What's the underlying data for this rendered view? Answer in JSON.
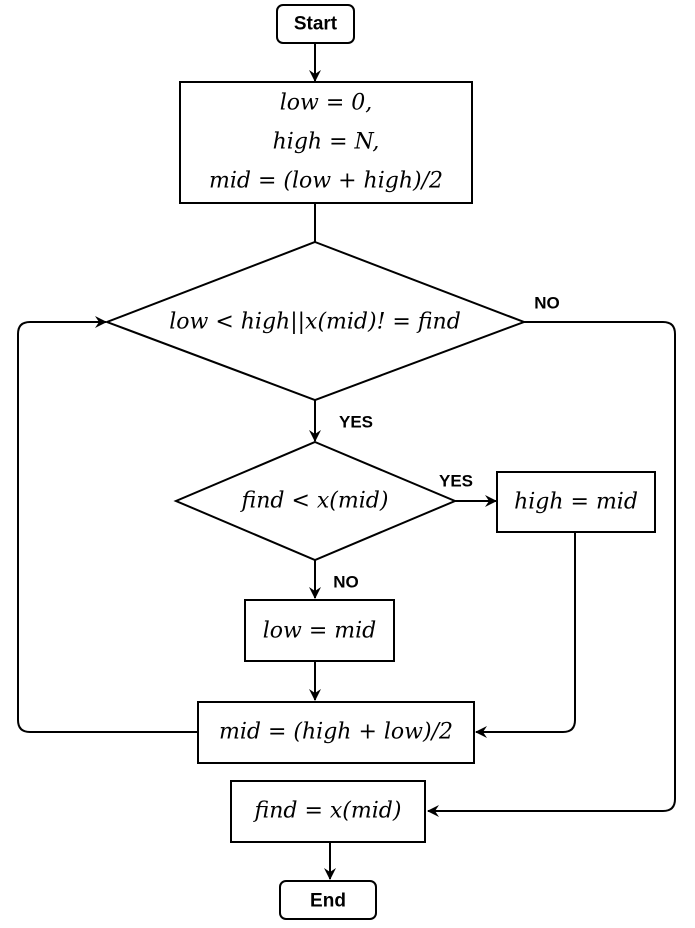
{
  "nodes": {
    "start": "Start",
    "init_line1": "low = 0,",
    "init_line2": "high = N,",
    "init_line3": "mid = (low + high)/2",
    "loop_condition": "low < high||x(mid)! = find",
    "compare_condition": "find < x(mid)",
    "set_high": "high = mid",
    "set_low": "low = mid",
    "update_mid": "mid = (high + low)/2",
    "result": "find = x(mid)",
    "end": "End"
  },
  "edge_labels": {
    "loop_no": "NO",
    "loop_yes": "YES",
    "compare_yes": "YES",
    "compare_no": "NO"
  }
}
